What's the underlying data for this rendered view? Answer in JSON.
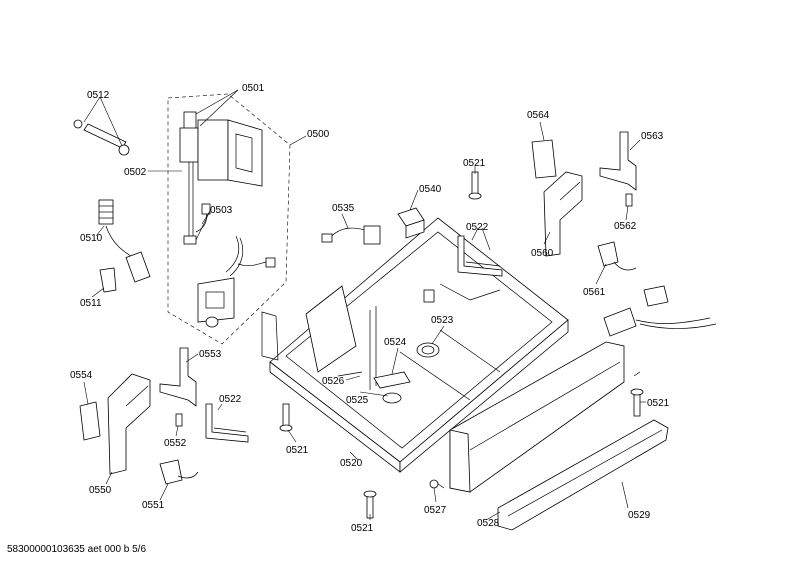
{
  "diagram": {
    "labels": {
      "p0500": "0500",
      "p0501": "0501",
      "p0502": "0502",
      "p0503": "0503",
      "p0510": "0510",
      "p0511": "0511",
      "p0512": "0512",
      "p0520": "0520",
      "p0521_a": "0521",
      "p0521_b": "0521",
      "p0521_c": "0521",
      "p0521_d": "0521",
      "p0522_a": "0522",
      "p0522_b": "0522",
      "p0523": "0523",
      "p0524": "0524",
      "p0525": "0525",
      "p0526": "0526",
      "p0527": "0527",
      "p0528": "0528",
      "p0529": "0529",
      "p0535": "0535",
      "p0540": "0540",
      "p0550": "0550",
      "p0551": "0551",
      "p0552": "0552",
      "p0553": "0553",
      "p0554": "0554",
      "p0560": "0560",
      "p0561": "0561",
      "p0562": "0562",
      "p0563": "0563",
      "p0564": "0564"
    },
    "footer": "58300000103635 aet 000 b 5/6"
  }
}
